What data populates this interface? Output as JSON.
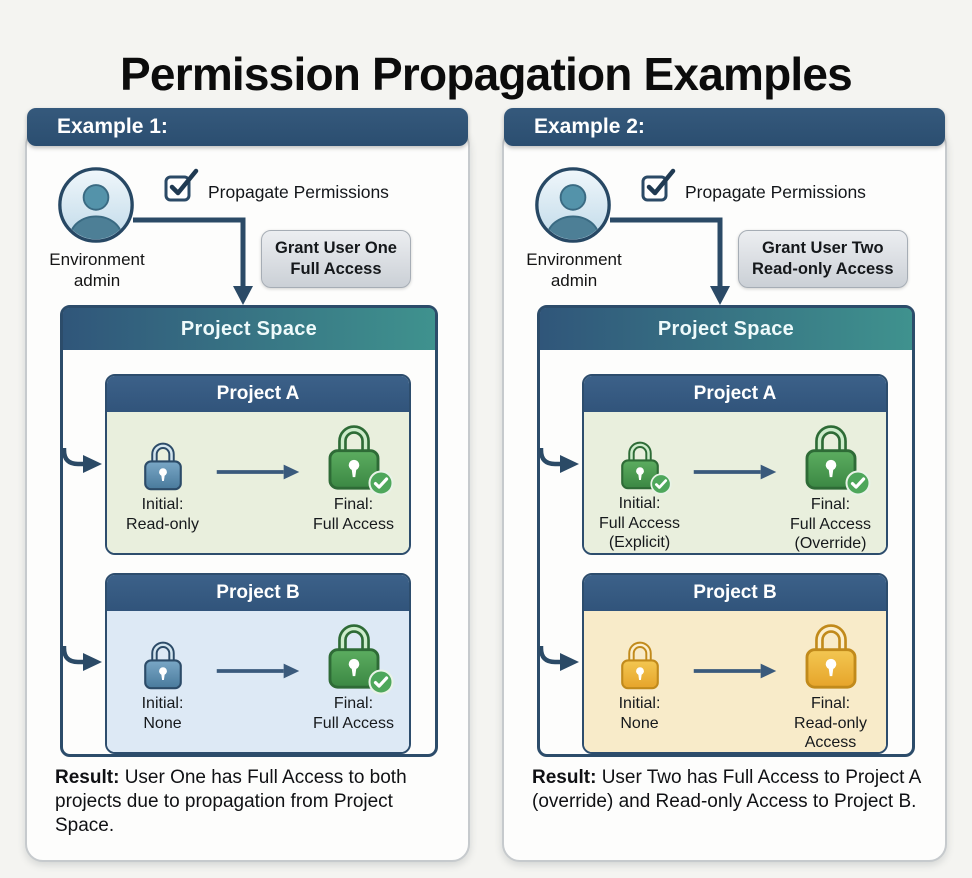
{
  "page": {
    "title": "Permission Propagation Examples",
    "background": "#f4f4f1"
  },
  "colors": {
    "example_header_navy": "#2e5274",
    "space_header_gradient_left": "#30567a",
    "space_header_gradient_right": "#3f928e",
    "project_header_navy": "#31547b",
    "project_a_tint_green": "#e9efdd",
    "project_b_tint_blue": "#dde9f5",
    "project_b_tint_cream": "#f8ebc9",
    "lock_blue": "#5b8cb0",
    "lock_green": "#47994e",
    "lock_yellow": "#eab33a",
    "arrow_navy": "#2b4a66"
  },
  "panels": [
    {
      "header": "Example 1:",
      "admin_label": "Environment\nadmin",
      "checkbox_checked": true,
      "checkbox_label": "Propagate Permissions",
      "grant_tag": "Grant User One\nFull Access",
      "space_title": "Project Space",
      "projects": [
        {
          "title": "Project A",
          "initial": {
            "icon": "lock-blue",
            "label": "Initial:\nRead-only"
          },
          "final": {
            "icon": "lock-green-check",
            "label": "Final:\nFull Access"
          }
        },
        {
          "title": "Project B",
          "initial": {
            "icon": "lock-blue",
            "label": "Initial:\nNone"
          },
          "final": {
            "icon": "lock-green-check",
            "label": "Final:\nFull Access"
          }
        }
      ],
      "result_label": "Result:",
      "result_text": "User One has Full Access to both projects due to propagation from Project Space."
    },
    {
      "header": "Example 2:",
      "admin_label": "Environment\nadmin",
      "checkbox_checked": true,
      "checkbox_label": "Propagate Permissions",
      "grant_tag": "Grant User Two\nRead-only Access",
      "space_title": "Project Space",
      "projects": [
        {
          "title": "Project A",
          "initial": {
            "icon": "lock-green-check",
            "label": "Initial:\nFull Access\n(Explicit)"
          },
          "final": {
            "icon": "lock-green-check",
            "label": "Final:\nFull Access\n(Override)"
          }
        },
        {
          "title": "Project B",
          "initial": {
            "icon": "lock-yellow",
            "label": "Initial:\nNone"
          },
          "final": {
            "icon": "lock-yellow",
            "label": "Final:\nRead-only\nAccess"
          }
        }
      ],
      "result_label": "Result:",
      "result_text": "User Two has Full Access to Project A (override) and Read-only Access to Project B."
    }
  ]
}
